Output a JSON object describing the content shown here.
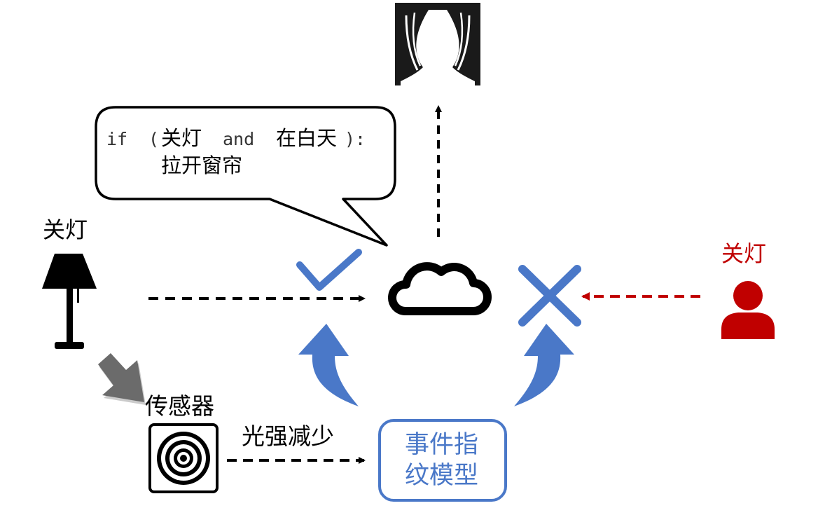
{
  "speech_bubble": {
    "kw_if": "if",
    "paren_open": "(",
    "cond_lights_off": "关灯",
    "kw_and": "and",
    "cond_daytime": "在白天",
    "paren_close_colon": "):",
    "action": "拉开窗帘"
  },
  "lamp": {
    "label": "关灯"
  },
  "person": {
    "label": "关灯"
  },
  "sensor": {
    "label": "传感器"
  },
  "sensor_edge_label": "光强减少",
  "event_model": {
    "line1": "事件指",
    "line2": "纹模型"
  },
  "colors": {
    "black": "#000000",
    "blue": "#4a78c8",
    "red": "#c00000",
    "gray_arrow": "#6b6b6b"
  },
  "icons": {
    "curtain": "curtain-icon",
    "cloud": "cloud-icon",
    "lamp": "lamp-icon",
    "person": "person-icon",
    "check": "check-icon",
    "cross": "cross-icon",
    "sensor": "sensor-icon"
  }
}
